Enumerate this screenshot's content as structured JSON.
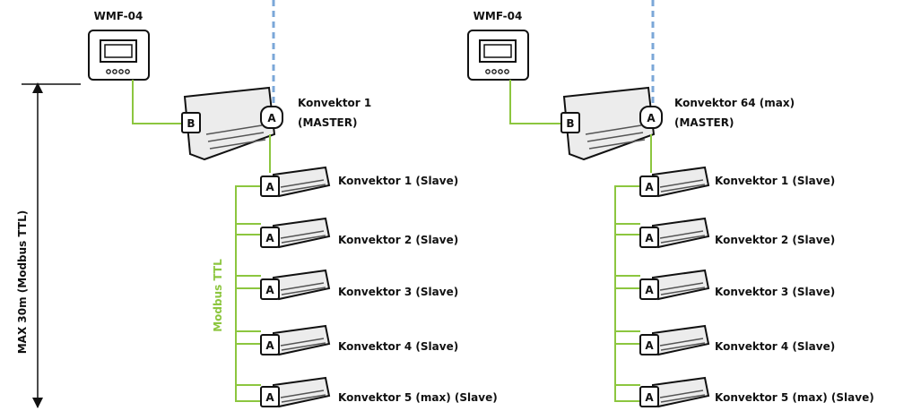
{
  "colors": {
    "bus": "#8cc63f",
    "dashed_line": "#7ba7d8",
    "ink": "#111111"
  },
  "dimension_label": "MAX 30m (Modbus TTL)",
  "bus_label": "Modbus TTL",
  "groups": [
    {
      "panel_title": "WMF-04",
      "badge_b": "B",
      "badge_a": "A",
      "master_line1": "Konvektor 1",
      "master_line2": "(MASTER)",
      "slaves": [
        {
          "badge": "A",
          "label": "Konvektor 1  (Slave)"
        },
        {
          "badge": "A",
          "label": "Konvektor 2  (Slave)"
        },
        {
          "badge": "A",
          "label": "Konvektor 3  (Slave)"
        },
        {
          "badge": "A",
          "label": "Konvektor 4  (Slave)"
        },
        {
          "badge": "A",
          "label": "Konvektor 5  (max)  (Slave)"
        }
      ]
    },
    {
      "panel_title": "WMF-04",
      "badge_b": "B",
      "badge_a": "A",
      "master_line1": "Konvektor 64 (max)",
      "master_line2": "(MASTER)",
      "slaves": [
        {
          "badge": "A",
          "label": "Konvektor 1  (Slave)"
        },
        {
          "badge": "A",
          "label": "Konvektor 2  (Slave)"
        },
        {
          "badge": "A",
          "label": "Konvektor 3  (Slave)"
        },
        {
          "badge": "A",
          "label": "Konvektor 4  (Slave)"
        },
        {
          "badge": "A",
          "label": "Konvektor 5  (max)  (Slave)"
        }
      ]
    }
  ]
}
